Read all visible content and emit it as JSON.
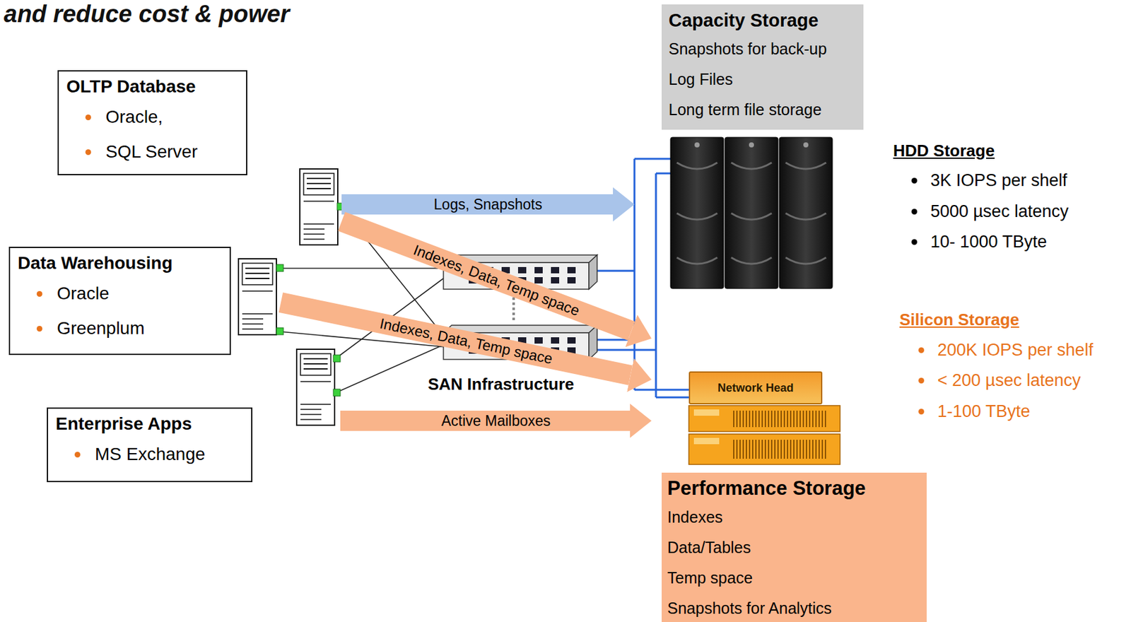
{
  "diagram": {
    "title": "and reduce cost & power",
    "nodes": [
      {
        "text": [
          "OLTP Database",
          "Oracle,",
          "SQL Server"
        ]
      },
      {
        "text": [
          "Data Warehousing",
          "Oracle",
          "Greenplum"
        ]
      },
      {
        "text": [
          "Enterprise Apps",
          "MS Exchange"
        ]
      },
      {
        "text": [
          "Capacity Storage",
          "Snapshots for back-up",
          "Log Files",
          "Long term file storage"
        ]
      },
      {
        "text": [
          "Network Head"
        ]
      },
      {
        "text": [
          "Performance Storage",
          "Indexes",
          "Data/Tables",
          "Temp space",
          "Snapshots for Analytics"
        ]
      }
    ],
    "edges": [
      {
        "from": 0,
        "to": 3,
        "label": "Logs, Snapshots",
        "arrow": "to"
      },
      {
        "from": 0,
        "to": 5,
        "label": "Indexes, Data, Temp space",
        "arrow": "to"
      },
      {
        "from": 1,
        "to": 5,
        "label": "Indexes, Data, Temp space",
        "arrow": "to"
      },
      {
        "from": 2,
        "to": 5,
        "label": "Active Mailboxes",
        "arrow": "to"
      }
    ],
    "labels": [
      "SAN Infrastructure",
      "HDD Storage",
      "3K IOPS per shelf",
      "5000 µsec latency",
      "10- 1000 TByte",
      "Silicon Storage",
      "200K IOPS per shelf",
      "< 200 µsec latency",
      "1-100 TByte"
    ]
  }
}
